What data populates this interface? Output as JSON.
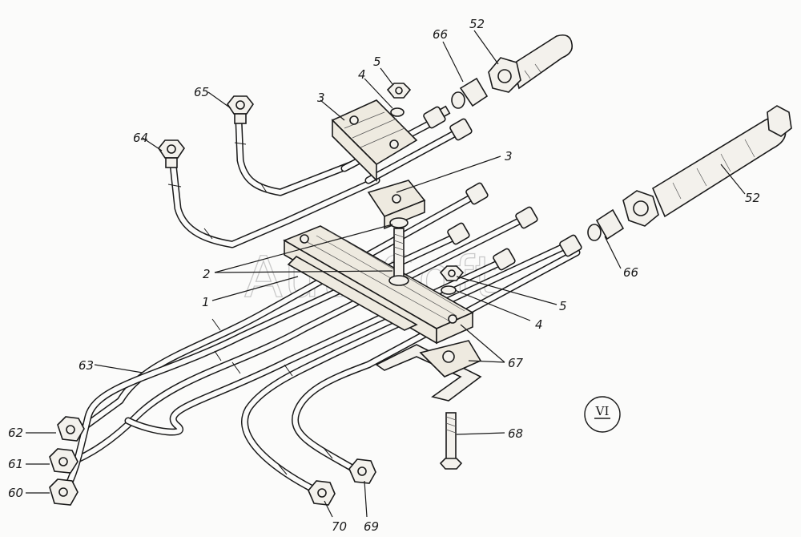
{
  "watermark": "AutoSoft",
  "view_mark": "VI",
  "callouts": {
    "c52a": "52",
    "c66a": "66",
    "c5a": "5",
    "c4a": "4",
    "c65": "65",
    "c3a": "3",
    "c64": "64",
    "c3b": "3",
    "c52b": "52",
    "c2": "2",
    "c66b": "66",
    "c1": "1",
    "c5b": "5",
    "c4b": "4",
    "c63": "63",
    "c67": "67",
    "c62": "62",
    "c68": "68",
    "c61": "61",
    "c60": "60",
    "c70": "70",
    "c69": "69"
  },
  "icons": {
    "nut": "hex-nut-icon",
    "hose": "hose-fitting-icon",
    "bolt": "bolt-icon"
  }
}
